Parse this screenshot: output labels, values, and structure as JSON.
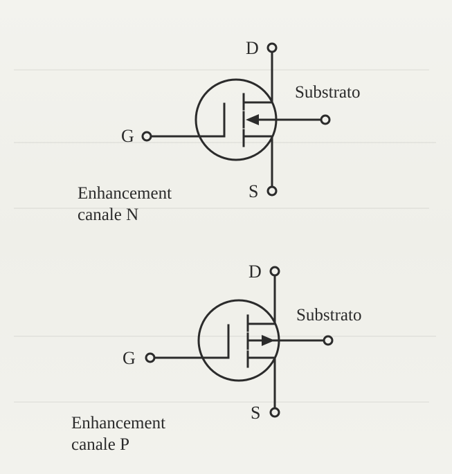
{
  "diagram": {
    "colors": {
      "ink": "#2b2b2b",
      "paper": "#f1f1ec"
    },
    "symbols": [
      {
        "id": "n-channel",
        "caption_line1": "Enhancement",
        "caption_line2": "canale N",
        "gate_label": "G",
        "drain_label": "D",
        "source_label": "S",
        "substrate_label": "Substrato",
        "arrow_direction": "inward"
      },
      {
        "id": "p-channel",
        "caption_line1": "Enhancement",
        "caption_line2": "canale P",
        "gate_label": "G",
        "drain_label": "D",
        "source_label": "S",
        "substrate_label": "Substrato",
        "arrow_direction": "outward"
      }
    ]
  }
}
